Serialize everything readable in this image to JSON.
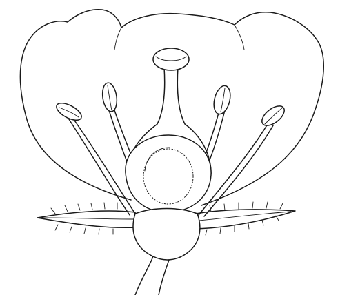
{
  "diagram": {
    "subject": "flower-longitudinal-section",
    "style": "black line drawing on white",
    "colors": {
      "background": "#ffffff",
      "line": "#1a1a1a"
    },
    "parts": [
      "petal",
      "stigma",
      "style",
      "ovary",
      "ovule",
      "stamen",
      "anther",
      "filament",
      "sepal",
      "receptacle",
      "pedicel"
    ],
    "stamen_count": 4,
    "sepal_count": 2
  }
}
